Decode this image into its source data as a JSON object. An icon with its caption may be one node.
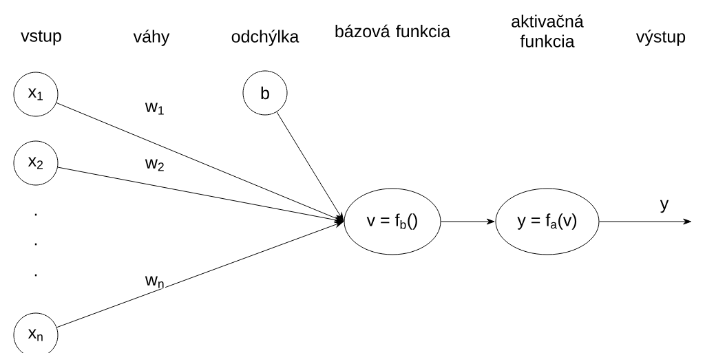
{
  "diagram": {
    "nodes": [
      {
        "text": [
          "x$_{1}$"
        ]
      },
      {
        "text": [
          "x$_{2}$"
        ]
      },
      {
        "text": [
          "x$_{n}$"
        ]
      },
      {
        "text": [
          "b"
        ]
      },
      {
        "text": [
          "v = f$_{b}$()"
        ]
      },
      {
        "text": [
          "y = f$_{a}$(v)"
        ]
      }
    ],
    "edges": [
      {
        "from": 0,
        "to": 4,
        "arrow": "to",
        "label": "w$_{1}$"
      },
      {
        "from": 1,
        "to": 4,
        "arrow": "to",
        "label": "w$_{2}$"
      },
      {
        "from": 2,
        "to": 4,
        "arrow": "to",
        "label": "w$_{n}$"
      },
      {
        "from": 3,
        "to": 4,
        "arrow": "to"
      },
      {
        "from": 4,
        "to": 5,
        "arrow": "to"
      },
      {
        "from": 5,
        "to": null,
        "arrow": "to",
        "label": "y"
      }
    ],
    "labels": [
      "vstup",
      "váhy",
      "odchýlka",
      "bázová funkcia",
      "aktivačná funkcia",
      "výstup",
      ".",
      ".",
      "."
    ]
  }
}
